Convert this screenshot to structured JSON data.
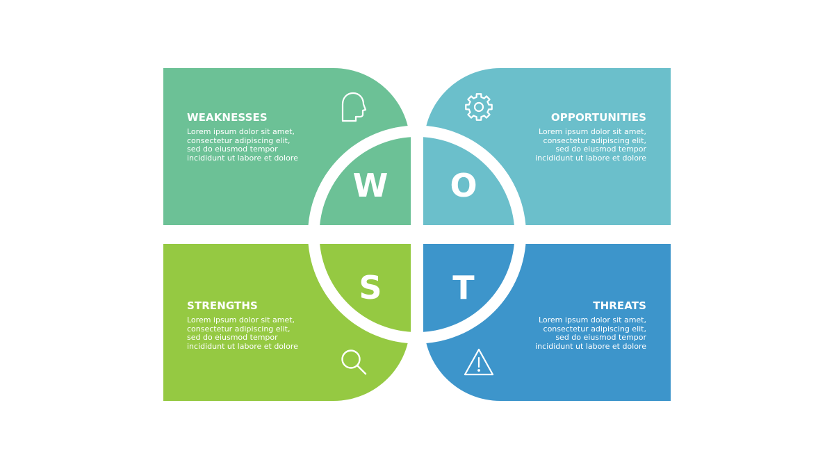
{
  "colors": {
    "weaknesses": "#6cc196",
    "opportunities": "#6bbfcb",
    "strengths": "#95c942",
    "threats": "#3d95cb",
    "background": "#ffffff",
    "text": "#ffffff"
  },
  "quadrants": {
    "weaknesses": {
      "letter": "W",
      "title": "WEAKNESSES",
      "body": "Lorem ipsum dolor sit amet,\nconsectetur adipiscing elit,\nsed do eiusmod tempor\nincididunt ut labore et dolore",
      "icon": "head-silhouette-icon"
    },
    "opportunities": {
      "letter": "O",
      "title": "OPPORTUNITIES",
      "body": "Lorem ipsum dolor sit amet,\nconsectetur adipiscing elit,\nsed do eiusmod tempor\nincididunt ut labore et dolore",
      "icon": "gear-icon"
    },
    "strengths": {
      "letter": "S",
      "title": "STRENGTHS",
      "body": "Lorem ipsum dolor sit amet,\nconsectetur adipiscing elit,\nsed do eiusmod tempor\nincididunt ut labore et dolore",
      "icon": "magnifier-icon"
    },
    "threats": {
      "letter": "T",
      "title": "THREATS",
      "body": "Lorem ipsum dolor sit amet,\nconsectetur adipiscing elit,\nsed do eiusmod tempor\nincididunt ut labore et dolore",
      "icon": "warning-triangle-icon"
    }
  }
}
